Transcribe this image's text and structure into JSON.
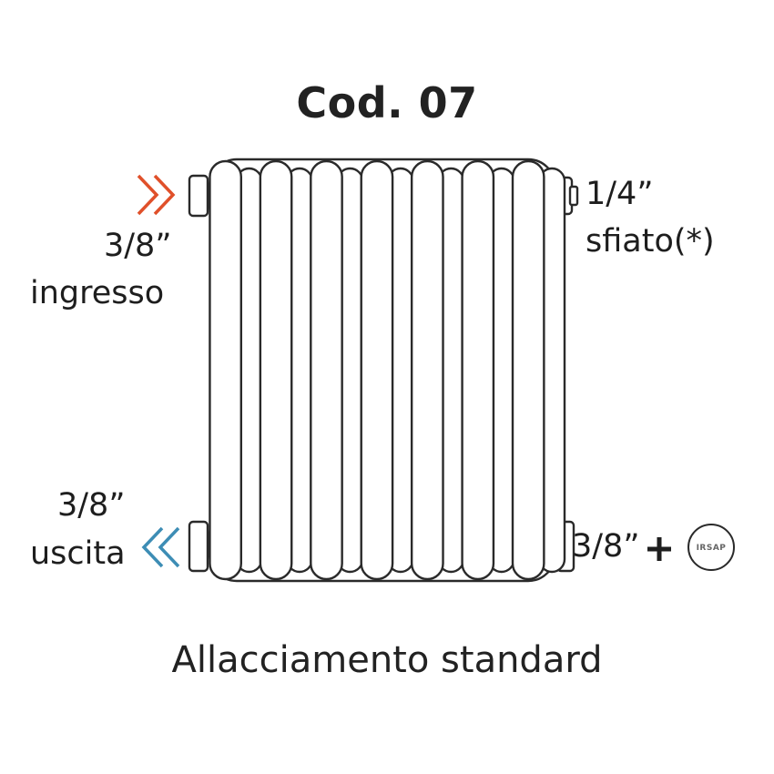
{
  "title": "Cod. 07",
  "caption": "Allacciamento standard",
  "connections": {
    "inlet": {
      "size": "3/8”",
      "label": "ingresso",
      "color": "#e0502a"
    },
    "outlet": {
      "size": "3/8”",
      "label": "uscita",
      "color": "#3d8db5"
    },
    "vent": {
      "size": "1/4”",
      "label": "sfiato(*)"
    },
    "valve": {
      "size": "3/8”",
      "plus": "+",
      "logo_text": "IRSAP"
    }
  },
  "radiator": {
    "columns": 7
  },
  "colors": {
    "line": "#2a2a2a",
    "text": "#1e1e1e"
  }
}
